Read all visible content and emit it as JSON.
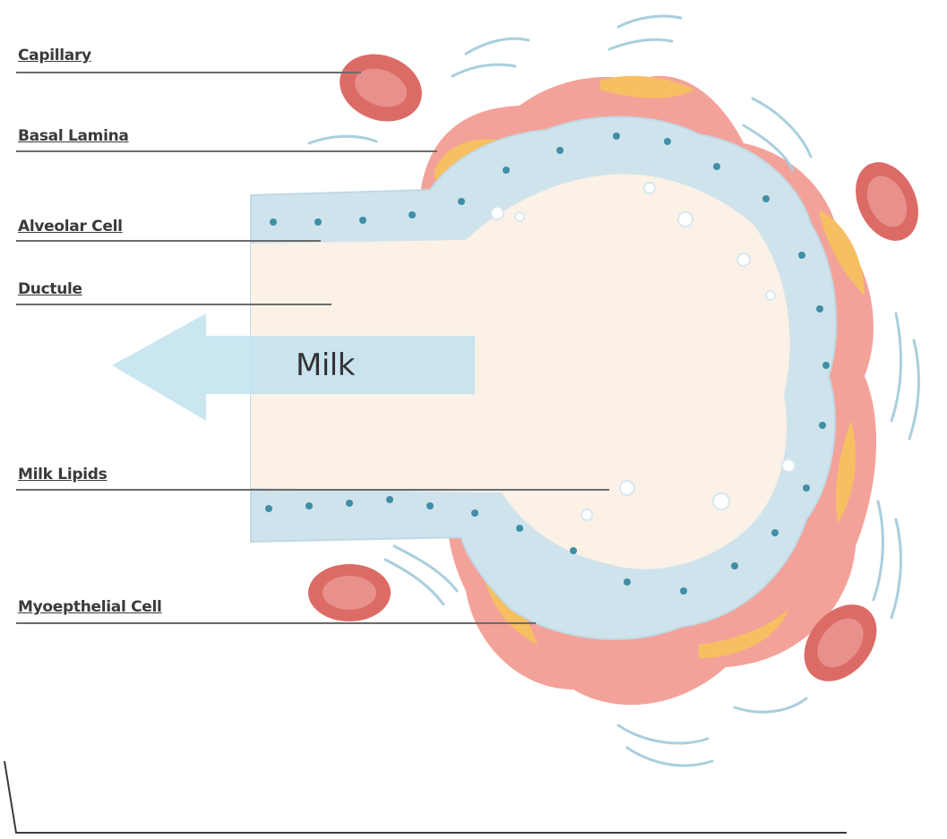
{
  "labels": {
    "capillary": "Capillary",
    "basal_lamina": "Basal Lamina",
    "alveolar_cell": "Alveolar Cell",
    "ductule": "Ductule",
    "milk_lipids": "Milk Lipids",
    "myoepithelial_cell": "Myoepthelial Cell"
  },
  "flow_label": "Milk",
  "colors": {
    "epithelium": "#cfe3ec",
    "nucleus": "#3f8fa6",
    "lumen": "#fbf1e6",
    "basal_lamina": "#f3a29a",
    "myoepithelial": "#f6c062",
    "capillary": "#dc6b66",
    "arrow": "#bfe2ef"
  }
}
